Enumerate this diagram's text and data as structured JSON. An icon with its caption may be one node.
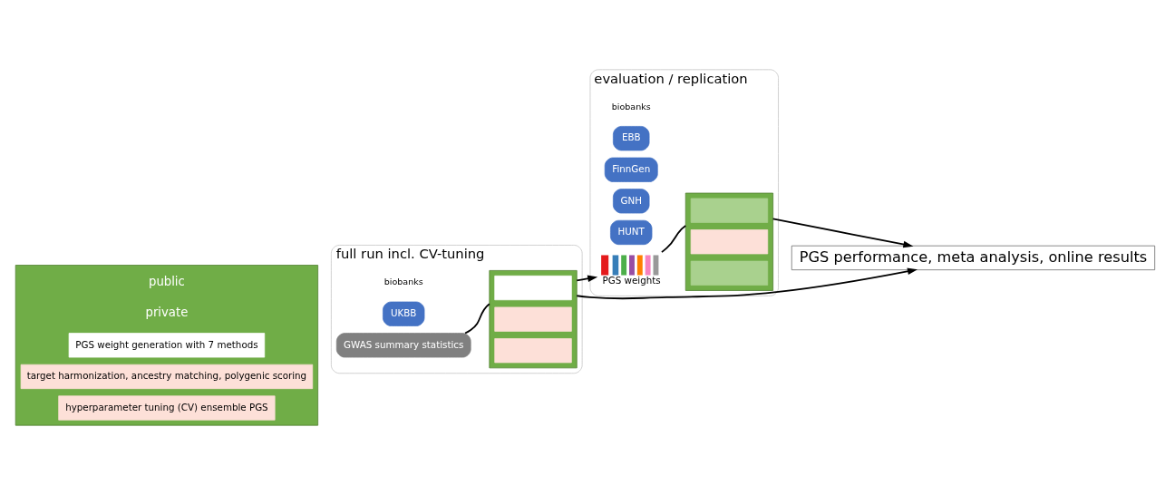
{
  "diagram": {
    "nodes": [
      {
        "text": [],
        "shape": "box"
      },
      {
        "text": [
          "PGS weight generation with 7 methods"
        ],
        "in": 0
      },
      {
        "text": [
          "target harmonization, ancestry matching, polygenic scoring"
        ],
        "in": 0
      },
      {
        "text": [
          "hyperparameter tuning (CV) ensemble PGS"
        ],
        "in": 0
      },
      {
        "text": [
          "full run incl. CV-tuning"
        ]
      },
      {
        "text": [
          "UKBB"
        ],
        "in": 4
      },
      {
        "text": [
          "GWAS summary statistics"
        ],
        "in": 4
      },
      {
        "text": [],
        "shape": "box",
        "in": 4
      },
      {
        "text": [],
        "shape": "box",
        "in": 7
      },
      {
        "text": [],
        "shape": "box",
        "in": 7
      },
      {
        "text": [],
        "shape": "box",
        "in": 7
      },
      {
        "text": [
          "evaluation / replication"
        ]
      },
      {
        "text": [
          "EBB"
        ],
        "in": 11
      },
      {
        "text": [
          "FinnGen"
        ],
        "in": 11
      },
      {
        "text": [
          "GNH"
        ],
        "in": 11
      },
      {
        "text": [
          "HUNT"
        ],
        "in": 11
      },
      {
        "text": [
          "PGS weights"
        ],
        "in": 11
      },
      {
        "text": [],
        "shape": "box",
        "in": 11
      },
      {
        "text": [],
        "shape": "box",
        "in": 17
      },
      {
        "text": [],
        "shape": "box",
        "in": 17
      },
      {
        "text": [],
        "shape": "box",
        "in": 17
      },
      {
        "text": [
          "PGS performance, meta analysis, online results"
        ]
      }
    ],
    "edges": [
      {
        "from": 6,
        "to": 7,
        "arrow": "none"
      },
      {
        "from": 7,
        "to": 16,
        "arrow": "to"
      },
      {
        "from": 16,
        "to": 17,
        "arrow": "none"
      },
      {
        "from": 7,
        "to": 21,
        "arrow": "to"
      },
      {
        "from": 17,
        "to": 21,
        "arrow": "to"
      }
    ],
    "labels": [
      "public",
      "private",
      "biobanks",
      "biobanks"
    ]
  }
}
